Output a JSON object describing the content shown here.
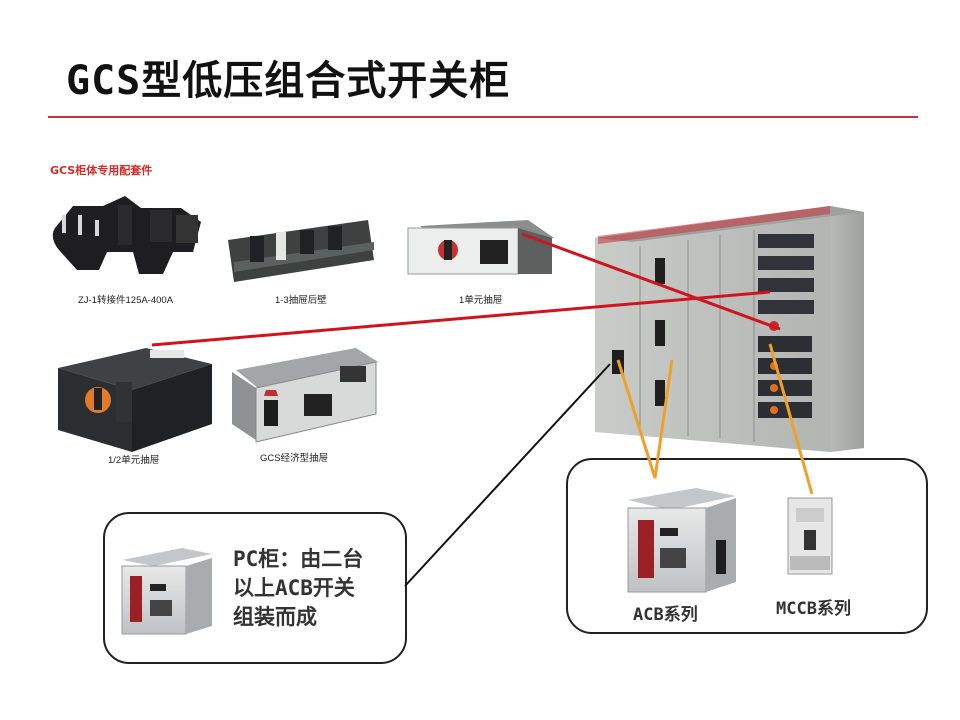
{
  "title": "GCS型低压组合式开关柜",
  "kit": {
    "heading": "GCS柜体专用配套件",
    "items": [
      {
        "label": "ZJ-1转接件125A-400A"
      },
      {
        "label": "1-3抽屉后壁"
      },
      {
        "label": "1单元抽屉"
      },
      {
        "label": "1/2单元抽屉"
      },
      {
        "label": "GCS经济型抽屉"
      }
    ]
  },
  "pc_callout": {
    "lines": [
      "PC柜：由二台",
      "以上ACB开关",
      "组装而成"
    ]
  },
  "breaker_series": {
    "acb_label": "ACB系列",
    "mccb_label": "MCCB系列"
  },
  "colors": {
    "title_rule": "#c8323a",
    "heading_red": "#d52b2b",
    "red_connector": "#d0141e",
    "orange_connector": "#f0a028",
    "black_connector": "#111111"
  }
}
